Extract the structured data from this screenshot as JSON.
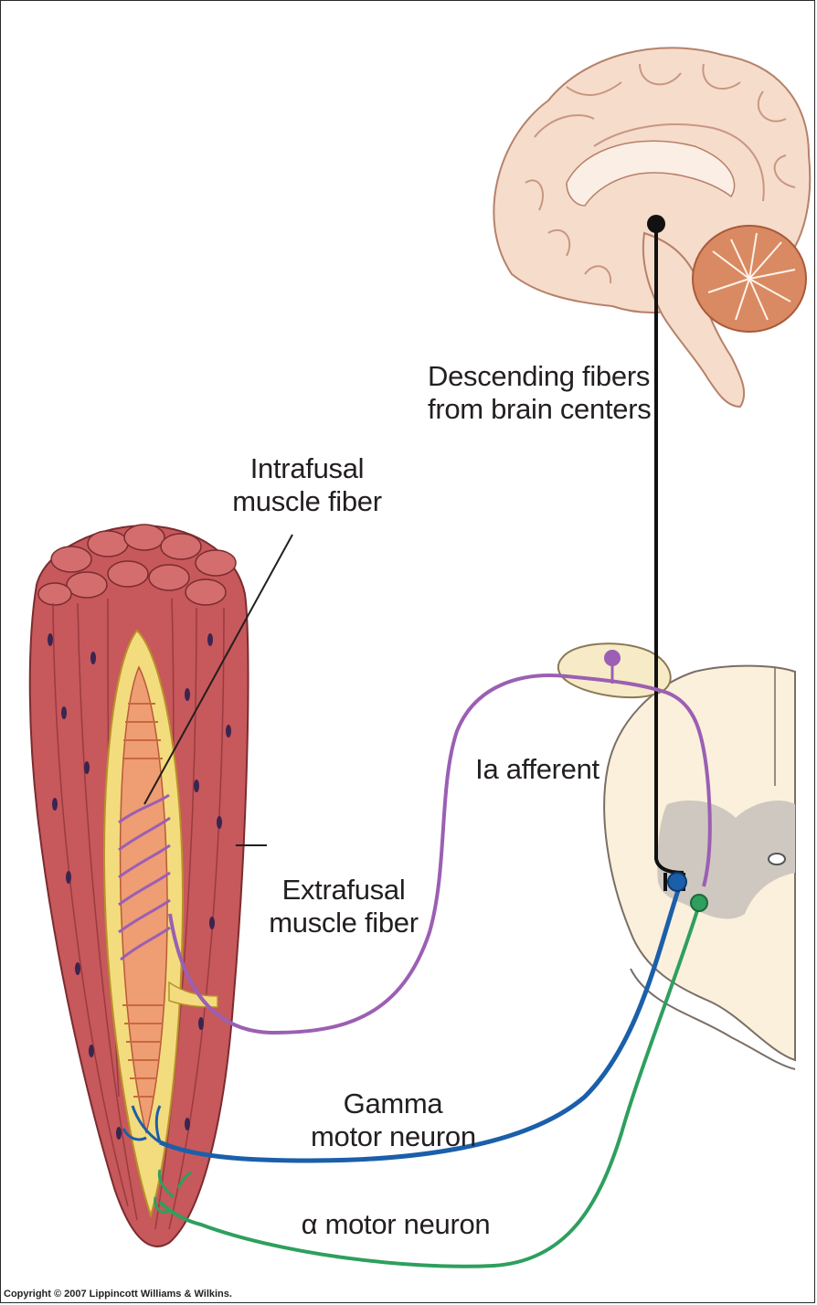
{
  "labels": {
    "descending_1": "Descending fibers",
    "descending_2": "from brain centers",
    "intrafusal_1": "Intrafusal",
    "intrafusal_2": "muscle fiber",
    "ia_afferent": "Ia afferent",
    "extrafusal_1": "Extrafusal",
    "extrafusal_2": "muscle fiber",
    "gamma_1": "Gamma",
    "gamma_2": "motor neuron",
    "alpha": "α motor neuron"
  },
  "copyright": "Copyright © 2007 Lippincott Williams & Wilkins.",
  "colors": {
    "ia_afferent": "#9b5fb3",
    "gamma_motor_neuron": "#1b5fab",
    "alpha_motor_neuron": "#2e9f5e",
    "descending_fibers": "#111111",
    "muscle": "#c7585b",
    "brain": "#f6dccb",
    "cerebellum": "#d98a62",
    "spinal_cord": "#fbf0dc",
    "grey_matter": "#cfc8c0",
    "intrafusal_capsule": "#f3dc7e"
  }
}
